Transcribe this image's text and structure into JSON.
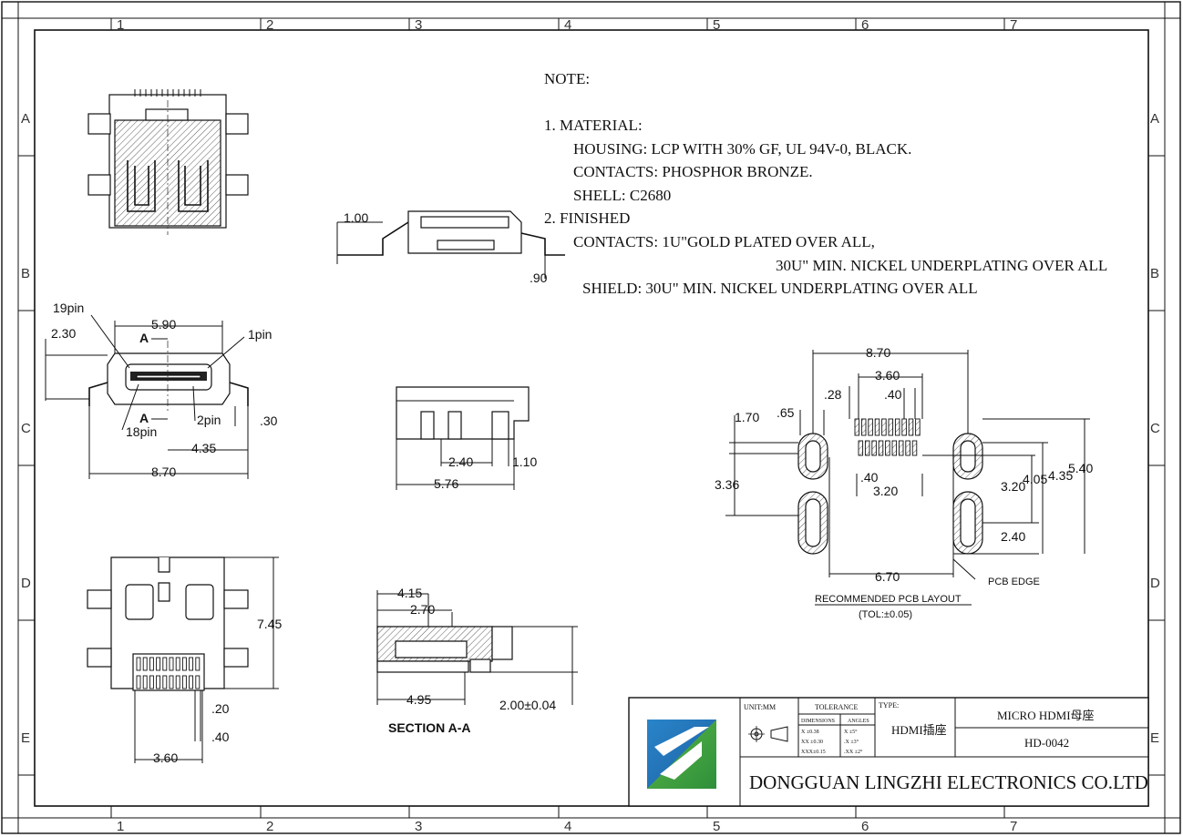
{
  "grid": {
    "columns": [
      "1",
      "2",
      "3",
      "4",
      "5",
      "6",
      "7"
    ],
    "rows": [
      "A",
      "B",
      "C",
      "D",
      "E"
    ]
  },
  "notes": {
    "heading": "NOTE:",
    "lines": [
      "1. MATERIAL:",
      "HOUSING: LCP WITH  30% GF, UL 94V-0, BLACK.",
      "CONTACTS: PHOSPHOR BRONZE.",
      "SHELL: C2680",
      "2. FINISHED",
      "CONTACTS: 1U\"GOLD PLATED OVER ALL,",
      "30U\" MIN. NICKEL UNDERPLATING OVER ALL",
      "SHIELD: 30U\" MIN. NICKEL UNDERPLATING OVER ALL"
    ]
  },
  "side_view": {
    "dim_top": "1.00",
    "dim_bottom": ".90"
  },
  "front_view": {
    "pin19": "19pin",
    "pin1": "1pin",
    "pin18": "18pin",
    "pin2": "2pin",
    "section_mark": "A",
    "dim_width": "5.90",
    "dim_height": "2.30",
    "dim_right": ".30",
    "dim_half": "4.35",
    "dim_total": "8.70"
  },
  "middle_view": {
    "dim_a": "2.40",
    "dim_b": "1.10",
    "dim_total": "5.76"
  },
  "bottom_view": {
    "dim_height": "7.45",
    "dim_pitch": ".20",
    "dim_pin": ".40",
    "dim_span": "3.60"
  },
  "section_view": {
    "title": "SECTION A-A",
    "dim_a": "4.15",
    "dim_b": "2.70",
    "dim_c": "4.95",
    "dim_h": "2.00±0.04"
  },
  "pcb_layout": {
    "title": "RECOMMENDED PCB LAYOUT",
    "tolerance": "(TOL:±0.05)",
    "pcb_edge": "PCB EDGE",
    "dims": {
      "w_total": "8.70",
      "w_pads": "3.60",
      "pitch_left": ".28",
      "pitch_top": ".40",
      "slot_h": "1.70",
      "slot_w": ".65",
      "left_span": "3.36",
      "pitch_bottom": ".40",
      "row_w": "3.20",
      "right_a": "3.20",
      "right_b": "4.05",
      "right_c": "4.35",
      "right_d": "5.40",
      "right_e": "2.40",
      "base_w": "6.70"
    }
  },
  "title_block": {
    "unit": "UNIT:MM",
    "tolerance_title": "TOLERANCE",
    "dimensions_label": "DIMENSIONS",
    "angles_label": "ANGLES",
    "tol_rows": [
      {
        "d": "X  ±0.38",
        "a": "X  ±5°"
      },
      {
        "d": "XX ±0.30",
        "a": ".X  ±3°"
      },
      {
        "d": "XXX±0.15",
        "a": ".XX ±2°"
      }
    ],
    "type_label": "TYPE:",
    "type_value": "HDMI插座",
    "product_name": "MICRO HDMI母座",
    "part_number": "HD-0042",
    "company": "DONGGUAN LINGZHI ELECTRONICS CO.LTD"
  },
  "colors": {
    "logo_blue": "#1d6fb8",
    "logo_green": "#3aa34a",
    "line": "#111111"
  }
}
